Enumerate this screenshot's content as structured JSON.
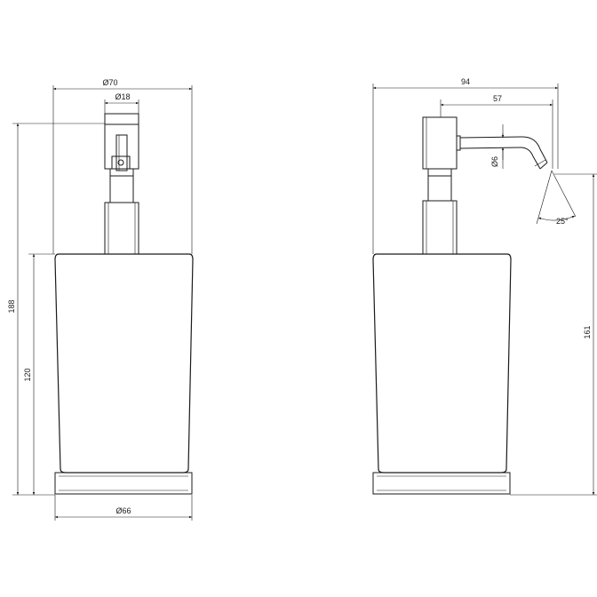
{
  "front_view": {
    "dim_top_outer": "Ø70",
    "dim_top_inner": "Ø18",
    "dim_bottom": "Ø66",
    "dim_total_height": "188",
    "dim_container_height": "120"
  },
  "side_view": {
    "dim_total_reach": "94",
    "dim_spout_reach": "57",
    "dim_spout_diameter": "Ø6",
    "dim_angle": "25°",
    "dim_spout_height": "161"
  }
}
